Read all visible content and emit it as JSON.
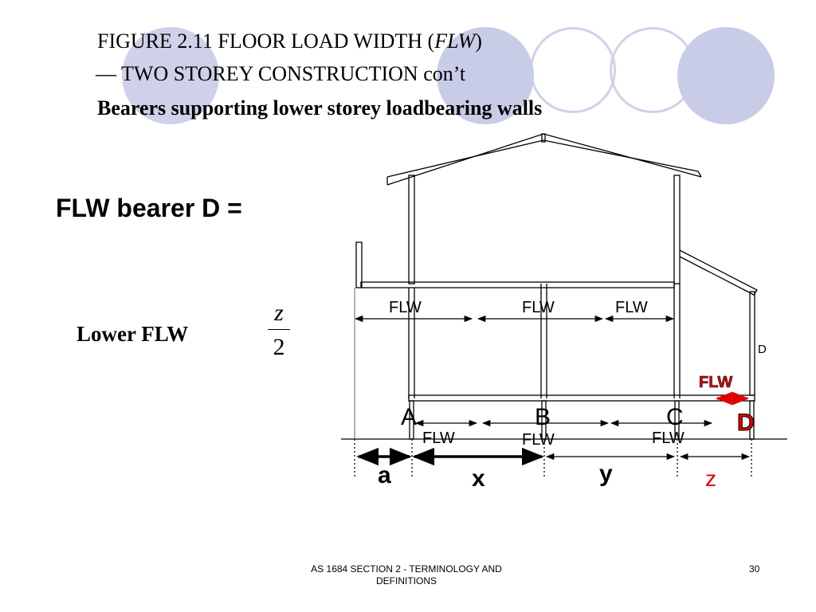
{
  "title": {
    "line1_prefix": "FIGURE  2.11   FLOOR LOAD WIDTH (",
    "line1_abbr": "FLW",
    "line1_suffix": ")",
    "line2": "— TWO STOREY CONSTRUCTION  con’t",
    "line3": "Bearers supporting lower storey loadbearing walls"
  },
  "heading": "FLW bearer D =",
  "lower_flw": {
    "label": "Lower FLW",
    "numerator": "z",
    "denominator": "2"
  },
  "diagram": {
    "upper_flw": [
      "FLW",
      "FLW",
      "FLW"
    ],
    "lower_flw": [
      "FLW",
      "FLW",
      "FLW"
    ],
    "bearers": [
      "A",
      "B",
      "C",
      "D"
    ],
    "small_d": "D",
    "flw_red": "FLW",
    "spans": [
      "a",
      "x",
      "y",
      "z"
    ]
  },
  "footer": {
    "text": "AS 1684  SECTION 2 - TERMINOLOGY AND DEFINITIONS",
    "page": "30"
  },
  "colors": {
    "circle_fill": "#cccfe8",
    "circle_ring": "#c8cbe5",
    "accent_red": "#e00000",
    "ink": "#000000"
  }
}
